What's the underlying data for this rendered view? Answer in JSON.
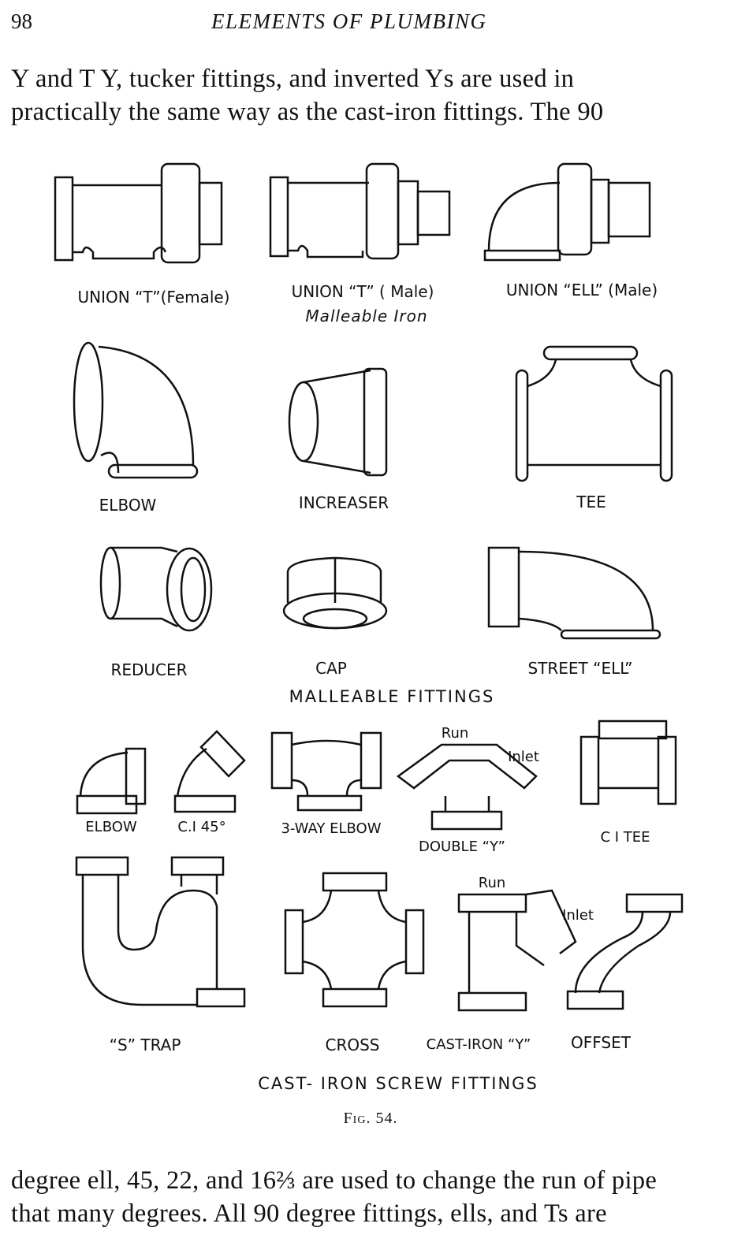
{
  "header": {
    "page_number": "98",
    "running_title": "ELEMENTS OF PLUMBING"
  },
  "paragraph_top": {
    "lines": [
      "Y and T Y, tucker fittings, and inverted Ys are used in",
      "practically the same way as the cast-iron fittings.   The 90"
    ]
  },
  "figure": {
    "malleable": {
      "items": {
        "union_t_female": "UNION “T”(Female)",
        "union_t_male": "UNION “T” ( Male)",
        "malleable_iron": "Malleable  Iron",
        "union_ell_male": "UNION “ELL” (Male)",
        "elbow": "ELBOW",
        "increaser": "INCREASER",
        "tee": "TEE",
        "reducer": "REDUCER",
        "cap": "CAP",
        "street_ell": "STREET “ELL”"
      },
      "caption": "MALLEABLE  FITTINGS"
    },
    "cast_iron": {
      "items": {
        "elbow": "ELBOW",
        "ci_45": "C.I 45°",
        "three_way_elbow": "3-WAY ELBOW",
        "double_y": "DOUBLE “Y”",
        "double_y_run": "Run",
        "double_y_inlet": "Inlet",
        "ci_tee": "C I TEE",
        "s_trap": "“S” TRAP",
        "cross": "CROSS",
        "cast_iron_y": "CAST-IRON “Y”",
        "cast_iron_y_run": "Run",
        "cast_iron_y_inlet": "Inlet",
        "offset": "OFFSET"
      },
      "caption": "CAST- IRON  SCREW  FITTINGS"
    },
    "figure_number": "Fig. 54."
  },
  "paragraph_bottom": {
    "lines": [
      "degree ell, 45, 22, and 16⅔ are used to change the run of pipe",
      "that many degrees.   All 90 degree fittings, ells, and Ts are"
    ]
  }
}
